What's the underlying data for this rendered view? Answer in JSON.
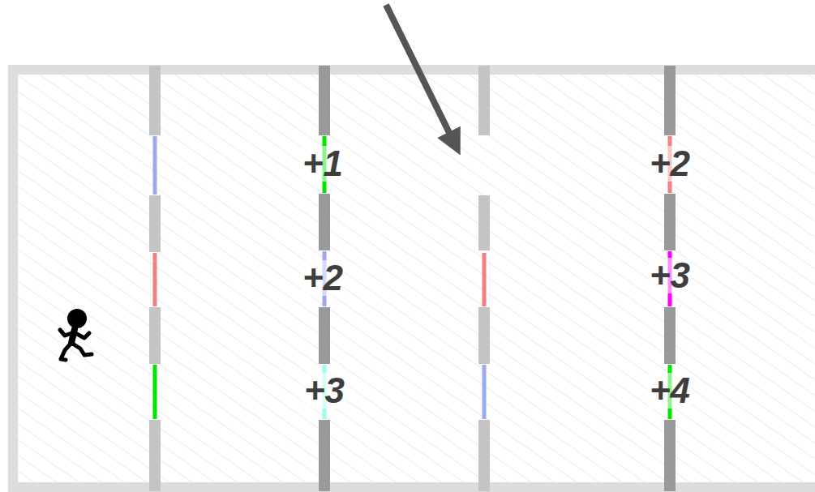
{
  "diagram": {
    "labels": [
      "+1",
      "+2",
      "+3",
      "+2",
      "+3",
      "+4"
    ]
  }
}
